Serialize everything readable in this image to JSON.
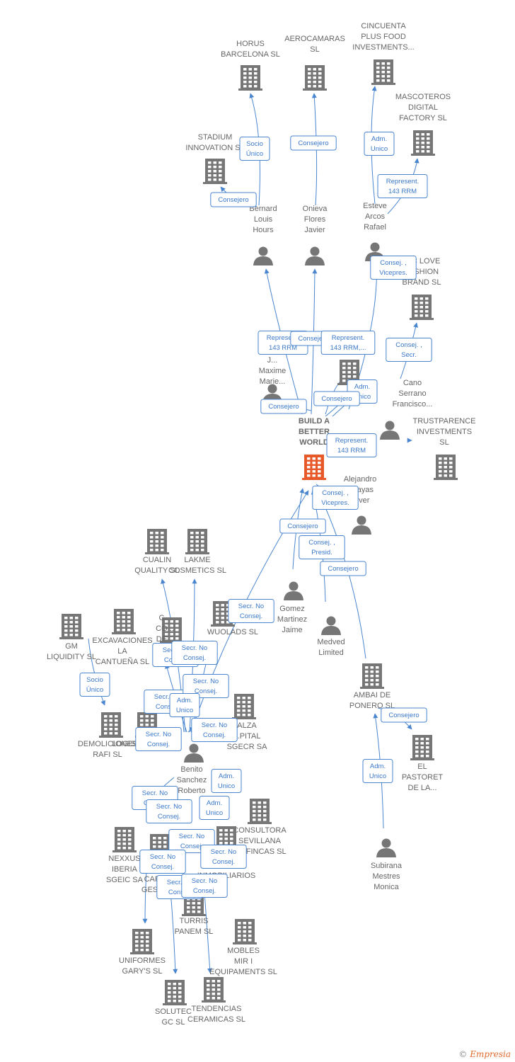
{
  "colors": {
    "edge": "#4a86cf",
    "node": "#767676",
    "focus": "#e8592a",
    "label": "#666666"
  },
  "footer": {
    "copyright": "©",
    "brand": "Empresia"
  },
  "nodes": [
    {
      "id": "build",
      "type": "company",
      "focus": true,
      "label": [
        "BUILD A",
        "BETTER",
        "WORLD"
      ]
    },
    {
      "id": "horus",
      "type": "company",
      "label": [
        "HORUS",
        "BARCELONA SL"
      ]
    },
    {
      "id": "aero",
      "type": "company",
      "label": [
        "AEROCAMARAS",
        "SL"
      ]
    },
    {
      "id": "cincuenta",
      "type": "company",
      "label": [
        "CINCUENTA",
        "PLUS FOOD",
        "INVESTMENTS..."
      ]
    },
    {
      "id": "mascoteros",
      "type": "company",
      "label": [
        "MASCOTEROS",
        "DIGITAL",
        "FACTORY  SL"
      ]
    },
    {
      "id": "stadium",
      "type": "company",
      "label": [
        "STADIUM",
        "INNOVATION SL"
      ]
    },
    {
      "id": "bernard",
      "type": "person",
      "label": [
        "Bernard",
        "Louis",
        "Hours"
      ]
    },
    {
      "id": "onieva",
      "type": "person",
      "label": [
        "Onieva",
        "Flores",
        "Javier"
      ]
    },
    {
      "id": "esteve",
      "type": "person",
      "label": [
        "Esteve",
        "Arcos",
        "Rafael"
      ]
    },
    {
      "id": "fashion",
      "type": "company",
      "label": [
        "... C LOVE",
        "FASHION",
        "BRAND  SL"
      ]
    },
    {
      "id": "maxime",
      "type": "person",
      "label": [
        "J...",
        "Maxime",
        "Marie..."
      ]
    },
    {
      "id": "espana",
      "type": "company",
      "label": [
        "... ESPAÑA  SL"
      ]
    },
    {
      "id": "cano",
      "type": "person",
      "label": [
        "Cano",
        "Serrano",
        "Francisco..."
      ]
    },
    {
      "id": "trustparence",
      "type": "company",
      "label": [
        "TRUSTPARENCE",
        "INVESTMENTS",
        "SL"
      ]
    },
    {
      "id": "alejandro",
      "type": "person",
      "label": [
        "Alejandro",
        "...cayas",
        "...iver"
      ]
    },
    {
      "id": "gomez",
      "type": "person",
      "label": [
        "Gomez",
        "Martinez",
        "Jaime"
      ]
    },
    {
      "id": "medved",
      "type": "person",
      "label": [
        "Medved",
        "Limited"
      ]
    },
    {
      "id": "ambai",
      "type": "company",
      "label": [
        "AMBAI DE",
        "PONERO  SL"
      ]
    },
    {
      "id": "pastoret",
      "type": "company",
      "label": [
        "EL",
        "PASTORET",
        "DE LA..."
      ]
    },
    {
      "id": "subirana",
      "type": "person",
      "label": [
        "Subirana",
        "Mestres",
        "Monica"
      ]
    },
    {
      "id": "cualin",
      "type": "company",
      "label": [
        "CUALIN",
        "QUALITY SL"
      ]
    },
    {
      "id": "lakme",
      "type": "company",
      "label": [
        "LAKME",
        "COSMETICS SL"
      ]
    },
    {
      "id": "gm",
      "type": "company",
      "label": [
        "GM",
        "LIQUIDITY  SL"
      ]
    },
    {
      "id": "excavaciones",
      "type": "company",
      "label": [
        "EXCAVACIONES",
        "LA",
        "CANTUEÑA SL"
      ]
    },
    {
      "id": "corpde",
      "type": "company",
      "label": [
        "C...",
        "CO...",
        "DE..."
      ]
    },
    {
      "id": "wuolads",
      "type": "company",
      "label": [
        "WUOLADS  SL"
      ]
    },
    {
      "id": "demoliciones",
      "type": "company",
      "label": [
        "DEMOLICIONES",
        "RAFI SL"
      ]
    },
    {
      "id": "logiscenter",
      "type": "company",
      "label": [
        "LOGISCENTER SL"
      ]
    },
    {
      "id": "alza",
      "type": "company",
      "label": [
        "ALZA",
        "...PITAL",
        "SGECR SA"
      ]
    },
    {
      "id": "benito",
      "type": "person",
      "label": [
        "Benito",
        "Sanchez",
        "Roberto"
      ]
    },
    {
      "id": "consultora",
      "type": "company",
      "label": [
        "CONSULTORA",
        "SEVILLANA",
        "DE FINCAS  SL"
      ]
    },
    {
      "id": "nexxus",
      "type": "company",
      "label": [
        "NEXXUS",
        "IBERIA",
        "SGEIC SA"
      ]
    },
    {
      "id": "capital",
      "type": "company",
      "label": [
        "CAPI...",
        "GESTI..."
      ]
    },
    {
      "id": "inmob",
      "type": "company",
      "label": [
        "D...",
        "...OS",
        "INMOBILIARIOS"
      ]
    },
    {
      "id": "turris",
      "type": "company",
      "label": [
        "TURRIS",
        "PANEM SL"
      ]
    },
    {
      "id": "uniformes",
      "type": "company",
      "label": [
        "UNIFORMES",
        "GARY'S SL"
      ]
    },
    {
      "id": "mobles",
      "type": "company",
      "label": [
        "MOBLES",
        "MIR I",
        "EQUIPAMENTS SL"
      ]
    },
    {
      "id": "solutec",
      "type": "company",
      "label": [
        "SOLUTEC",
        "GC  SL"
      ]
    },
    {
      "id": "tendencias",
      "type": "company",
      "label": [
        "TENDENCIAS",
        "CERAMICAS SL"
      ]
    }
  ],
  "edges": [
    {
      "label": [
        "Socio",
        "Único"
      ]
    },
    {
      "label": [
        "Consejero"
      ]
    },
    {
      "label": [
        "Adm.",
        "Unico"
      ]
    },
    {
      "label": [
        "Represent.",
        "143 RRM"
      ]
    },
    {
      "label": [
        "Consejero"
      ]
    },
    {
      "label": [
        "Consej. ,",
        "Vicepres."
      ]
    },
    {
      "label": [
        "Consej. ,",
        "Secr."
      ]
    },
    {
      "label": [
        "Represent.",
        "143 RRM"
      ]
    },
    {
      "label": [
        "Consejero"
      ]
    },
    {
      "label": [
        "Represent.",
        "143 RRM,..."
      ]
    },
    {
      "label": [
        "Adm.",
        "Unico"
      ]
    },
    {
      "label": [
        "Consejero"
      ]
    },
    {
      "label": [
        "Consejero"
      ]
    },
    {
      "label": [
        "Represent.",
        "143 RRM"
      ]
    },
    {
      "label": [
        "Consej. ,",
        "Vicepres."
      ]
    },
    {
      "label": [
        "Consejero"
      ]
    },
    {
      "label": [
        "Consej. ,",
        "Presid."
      ]
    },
    {
      "label": [
        "Consejero"
      ]
    },
    {
      "label": [
        "Secr.  No",
        "Consej."
      ]
    },
    {
      "label": [
        "Consejero"
      ]
    },
    {
      "label": [
        "Adm.",
        "Unico"
      ]
    },
    {
      "label": [
        "Socio",
        "Único"
      ]
    },
    {
      "label": [
        "Secr.  No",
        "Consej."
      ]
    },
    {
      "label": [
        "Secr.  No",
        "Consej."
      ]
    },
    {
      "label": [
        "Secr.  No",
        "Consej."
      ]
    },
    {
      "label": [
        "Secr.  No",
        "Consej."
      ]
    },
    {
      "label": [
        "Adm.",
        "Unico"
      ]
    },
    {
      "label": [
        "Secr.  No",
        "Consej."
      ]
    },
    {
      "label": [
        "Secr.  No",
        "Consej."
      ]
    },
    {
      "label": [
        "Adm.",
        "Unico"
      ]
    },
    {
      "label": [
        "Secr.  No",
        "Consej."
      ]
    },
    {
      "label": [
        "Adm.",
        "Unico"
      ]
    },
    {
      "label": [
        "Secr.  No",
        "Consej."
      ]
    },
    {
      "label": [
        "Secr.  No",
        "Consej."
      ]
    },
    {
      "label": [
        "Secr.  No",
        "Consej."
      ]
    },
    {
      "label": [
        "Secr.  No",
        "Consej."
      ]
    },
    {
      "label": [
        "Secr.  No",
        "Consej."
      ]
    },
    {
      "label": [
        "Secr.  No",
        "Consej."
      ]
    }
  ]
}
